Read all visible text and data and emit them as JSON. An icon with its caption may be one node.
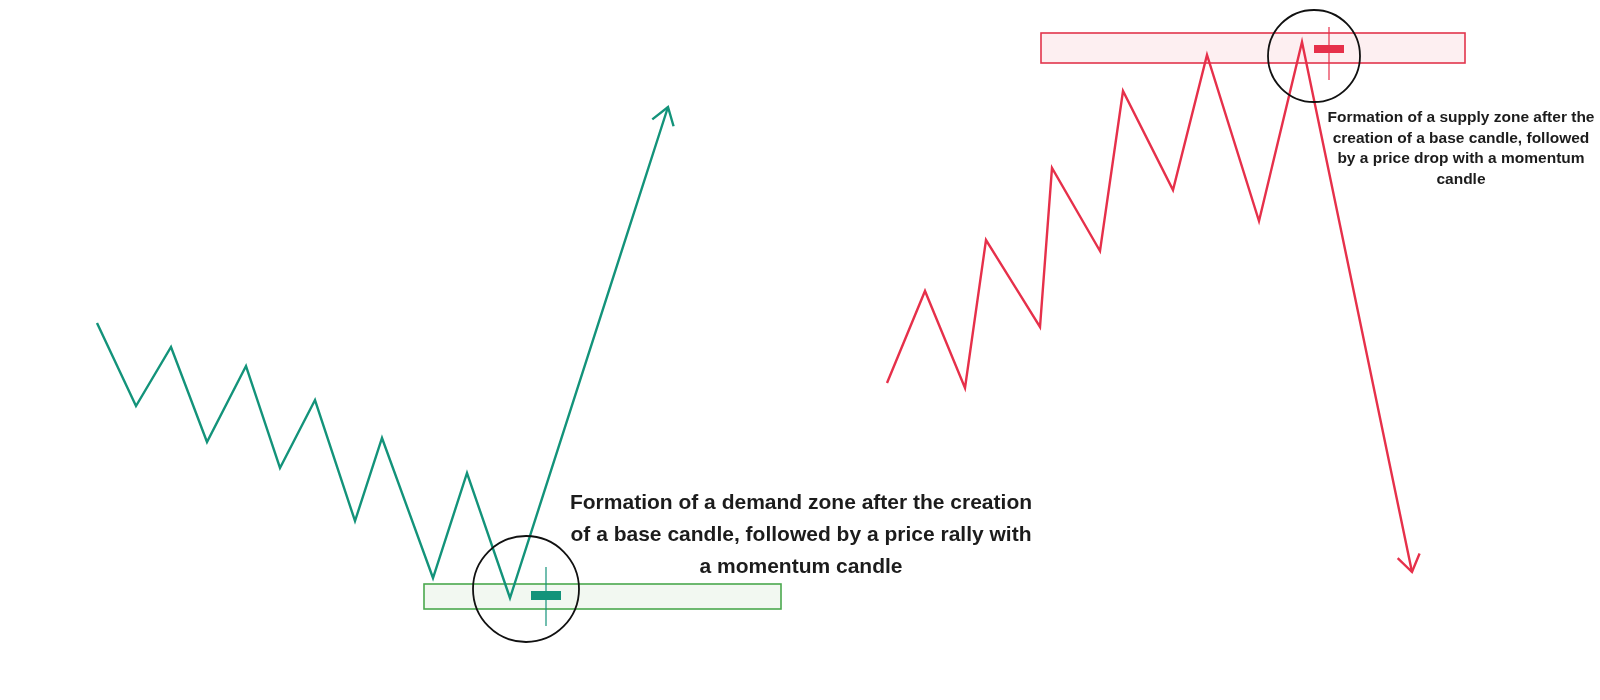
{
  "diagram": {
    "nodes": [
      {
        "text": [],
        "shape": "box"
      },
      {
        "text": [],
        "shape": "box"
      }
    ],
    "labels": [
      "Formation of a demand zone after the creation of a base candle, followed by a price rally with a momentum candle",
      "Formation of a supply zone after the creation of a base candle, followed by a price drop with a momentum candle"
    ]
  }
}
